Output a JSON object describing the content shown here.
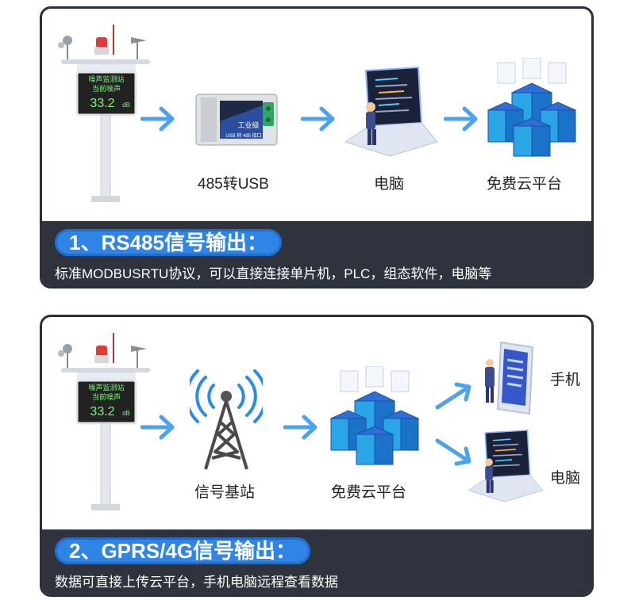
{
  "panel1": {
    "station_display": {
      "line1": "噪声监测站",
      "line2": "当前噪声",
      "value": "33.2",
      "unit": "dB"
    },
    "steps": [
      "485转USB",
      "电脑",
      "免费云平台"
    ],
    "converter_text": {
      "top": "工业级",
      "bottom": "USB 转 485 接口"
    },
    "title": "1、RS485信号输出：",
    "description": "标准MODBUSRTU协议，可以直接连接单片机，PLC，组态软件，电脑等"
  },
  "panel2": {
    "station_display": {
      "line1": "噪声监测站",
      "line2": "当前噪声",
      "value": "33.2",
      "unit": "dB"
    },
    "steps": [
      "信号基站",
      "免费云平台"
    ],
    "outputs": [
      "手机",
      "电脑"
    ],
    "title": "2、GPRS/4G信号输出：",
    "description": "数据可直接上传云平台，手机电脑远程查看数据"
  },
  "colors": {
    "accent": "#2f84e6",
    "arrow": "#4aa3ec",
    "dark": "#2f333d",
    "display_green": "#7cf27c"
  }
}
